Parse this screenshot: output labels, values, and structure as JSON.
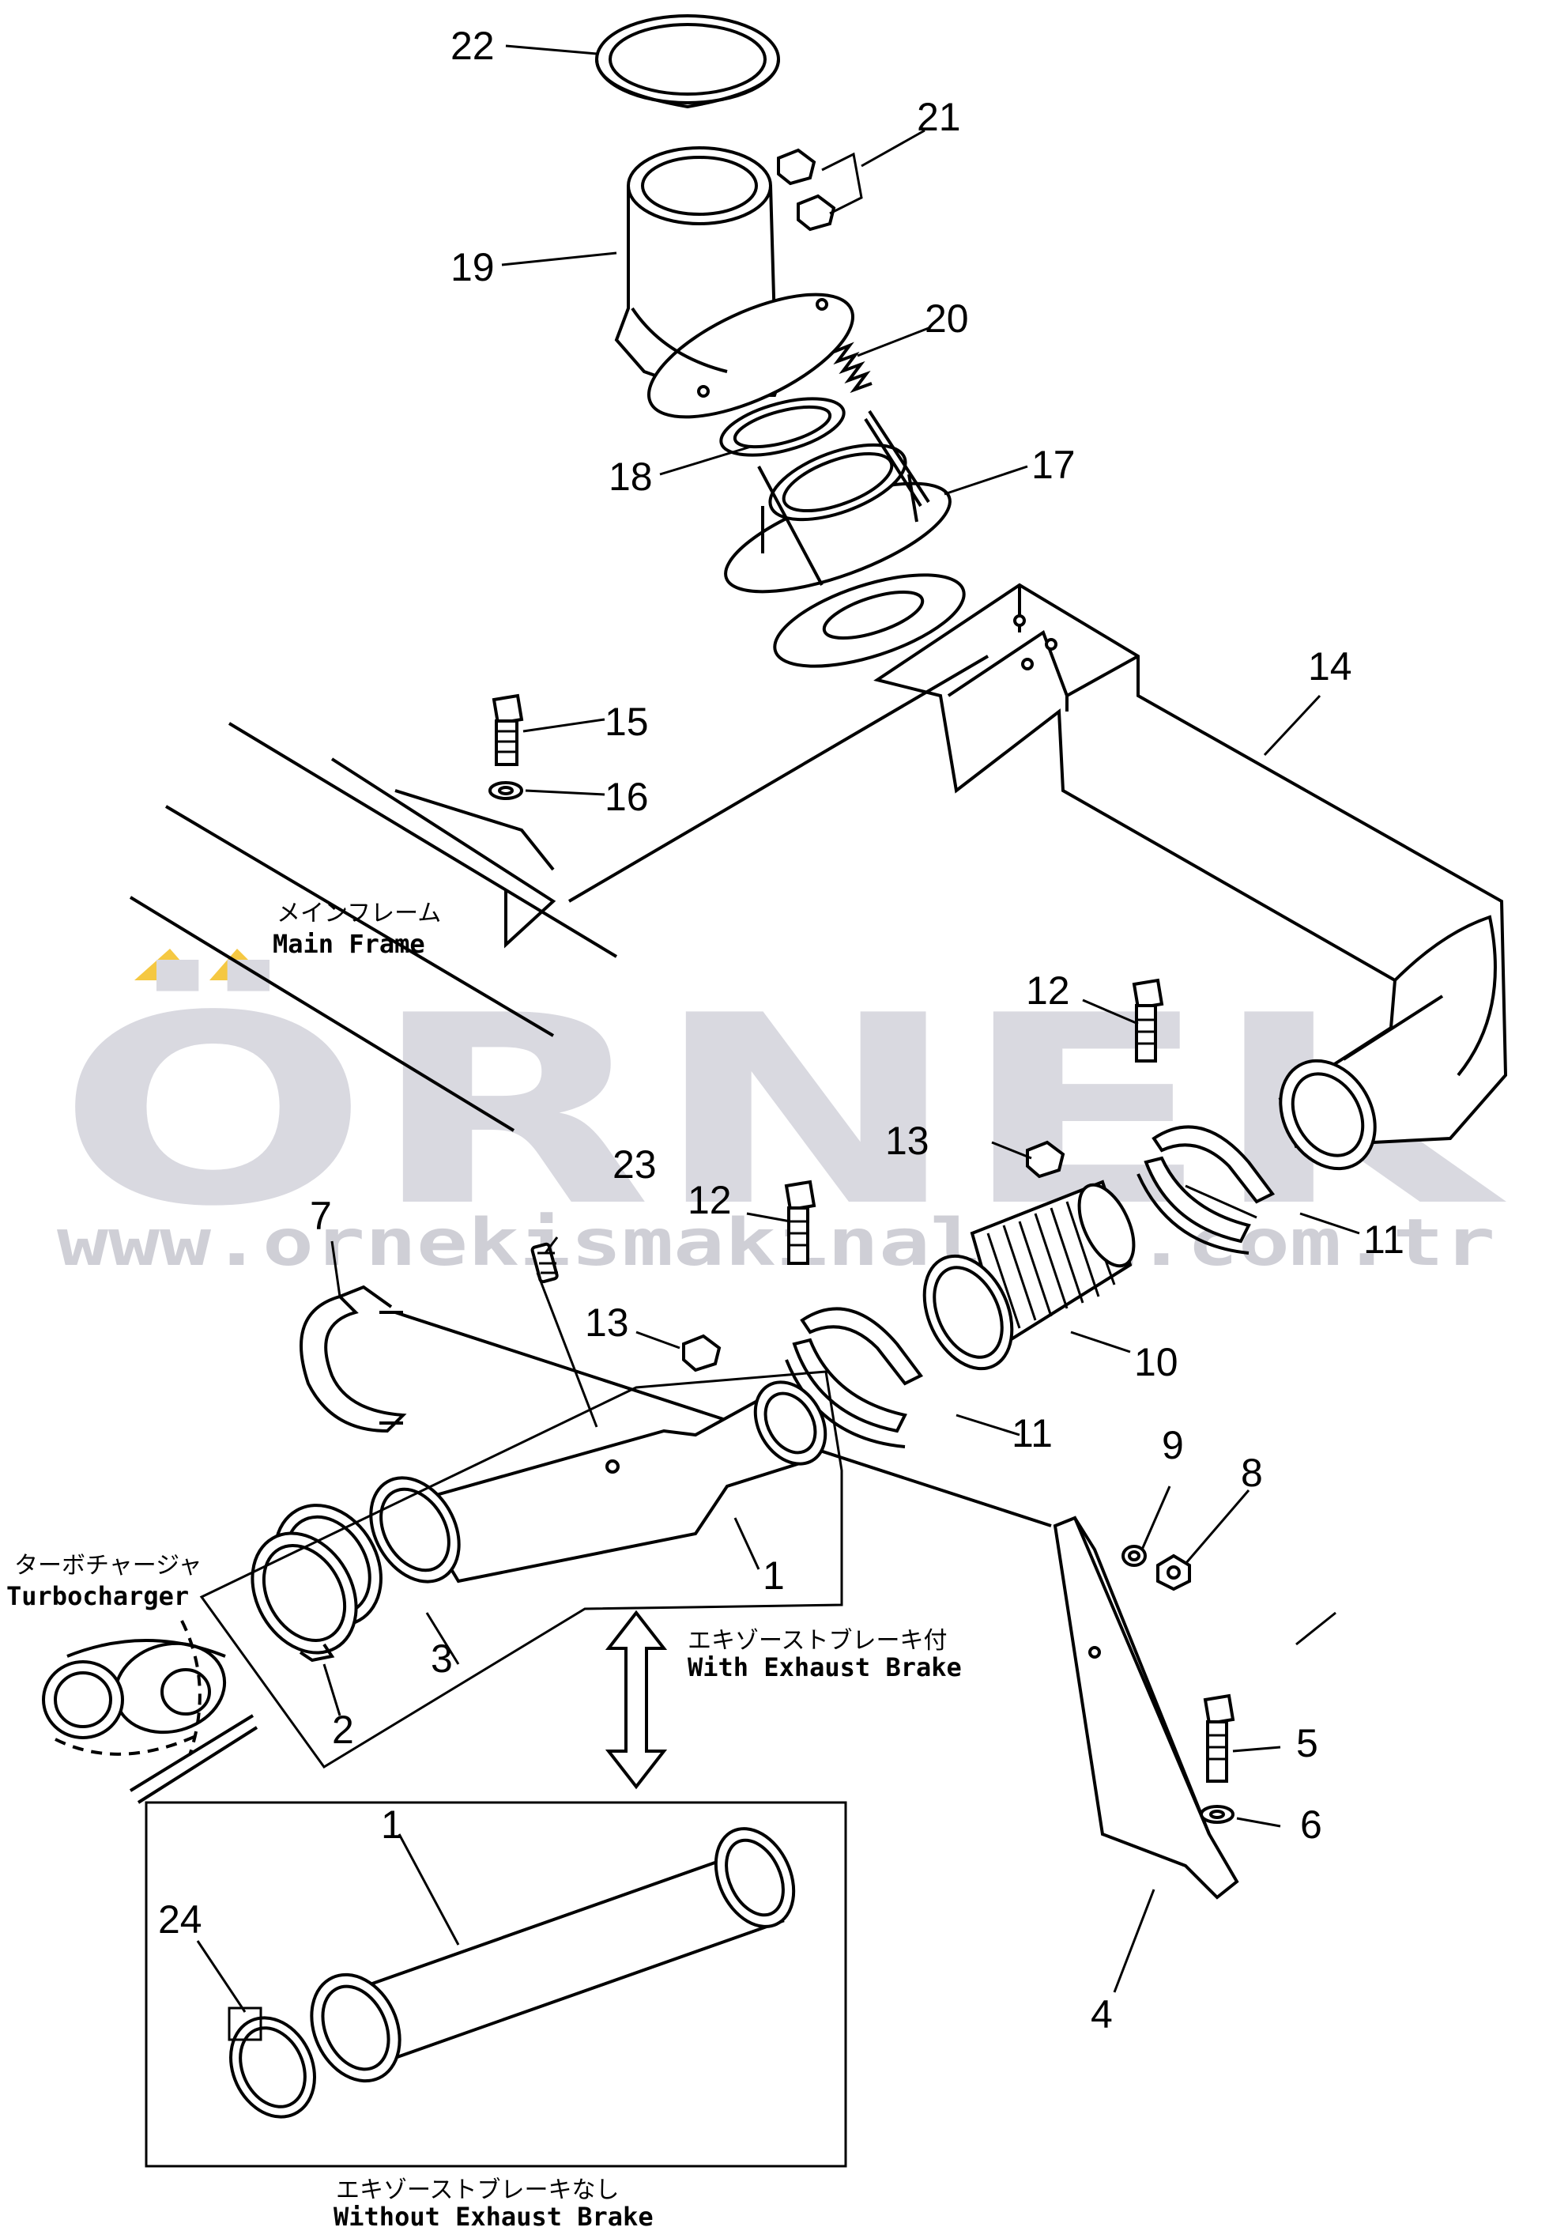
{
  "watermark": {
    "brand": "ÖRNEK",
    "url": "www.ornekismakinalari.com.tr",
    "accent_color": "#f5c842"
  },
  "labels": {
    "main_frame_jp": "メインフレーム",
    "main_frame_en": "Main Frame",
    "turbocharger_jp": "ターボチャージャ",
    "turbocharger_en": "Turbocharger",
    "with_brake_jp": "エキゾーストブレーキ付",
    "with_brake_en": "With Exhaust Brake",
    "without_brake_jp": "エキゾーストブレーキなし",
    "without_brake_en": "Without Exhaust Brake"
  },
  "callouts": [
    "22",
    "21",
    "19",
    "20",
    "18",
    "17",
    "14",
    "15",
    "16",
    "12",
    "13",
    "11",
    "10",
    "23",
    "7",
    "12",
    "13",
    "11",
    "9",
    "8",
    "1",
    "3",
    "2",
    "5",
    "6",
    "4",
    "1",
    "24"
  ]
}
